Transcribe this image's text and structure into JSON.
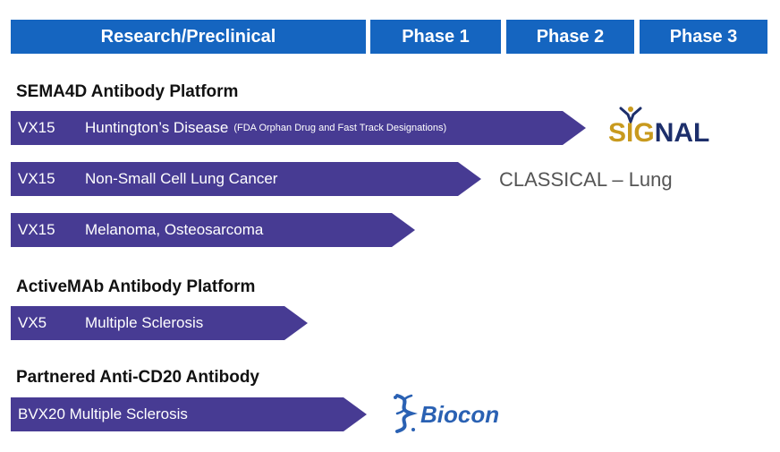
{
  "phases": {
    "research": "Research/Preclinical",
    "phase1": "Phase 1",
    "phase2": "Phase 2",
    "phase3": "Phase 3"
  },
  "sections": {
    "sema4d": "SEMA4D Antibody Platform",
    "activemab": "ActiveMAb Antibody Platform",
    "partnered": "Partnered Anti-CD20 Antibody"
  },
  "bars": {
    "hd": {
      "code": "VX15",
      "indication": "Huntington’s Disease",
      "note": "(FDA Orphan Drug and Fast Track Designations)"
    },
    "nsclc": {
      "code": "VX15",
      "indication": "Non-Small Cell Lung Cancer"
    },
    "mel": {
      "code": "VX15",
      "indication": "Melanoma, Osteosarcoma"
    },
    "vx5": {
      "code": "VX5",
      "indication": "Multiple Sclerosis"
    },
    "bvx20": {
      "label": "BVX20 Multiple Sclerosis"
    }
  },
  "trial_labels": {
    "classical": "CLASSICAL – Lung"
  },
  "logos": {
    "signal": {
      "prefix": "S",
      "mid": "IG",
      "suffix": "NAL"
    },
    "biocon": "Biocon"
  },
  "colors": {
    "header_blue": "#1565c0",
    "bar_purple": "#473b93",
    "signal_gold": "#c89a1e",
    "signal_navy": "#1d2f6b",
    "biocon_blue": "#2a61b3"
  }
}
